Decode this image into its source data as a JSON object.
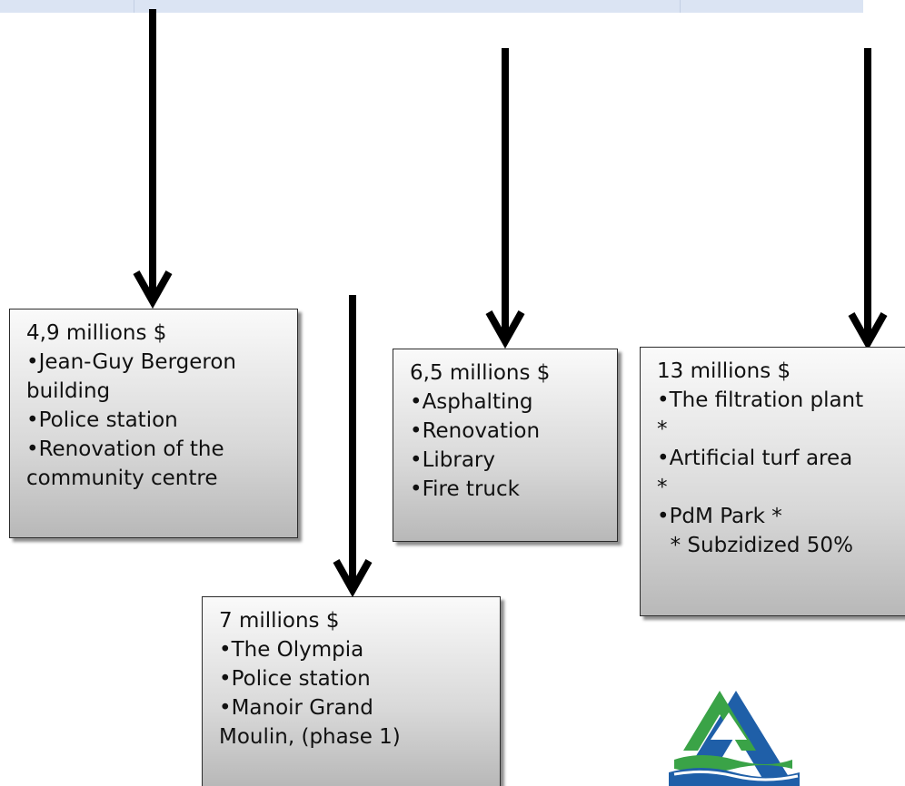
{
  "boxes": {
    "box1": {
      "amount": "4,9 millions $",
      "items": [
        "•Jean-Guy Bergeron",
        "building",
        "•Police station",
        "•Renovation of the",
        "community centre"
      ]
    },
    "box2": {
      "amount": "7 millions $",
      "items": [
        "•The Olympia",
        "•Police station",
        "•Manoir Grand",
        "Moulin, (phase 1)"
      ]
    },
    "box3": {
      "amount": "6,5 millions $",
      "items": [
        "•Asphalting",
        "•Renovation",
        "•Library",
        "•Fire truck"
      ]
    },
    "box4": {
      "amount": "13 millions $",
      "items": [
        "•The filtration plant",
        "*",
        "•Artificial turf area",
        "*",
        "•PdM Park  *",
        "  * Subzidized 50%"
      ]
    }
  },
  "colors": {
    "arrow": "#000000",
    "box_border": "#2b2b2b",
    "logo_green": "#3aa347",
    "logo_blue": "#1f5fa8"
  },
  "icons": [
    "down-arrow-icon",
    "municipal-logo-icon"
  ]
}
